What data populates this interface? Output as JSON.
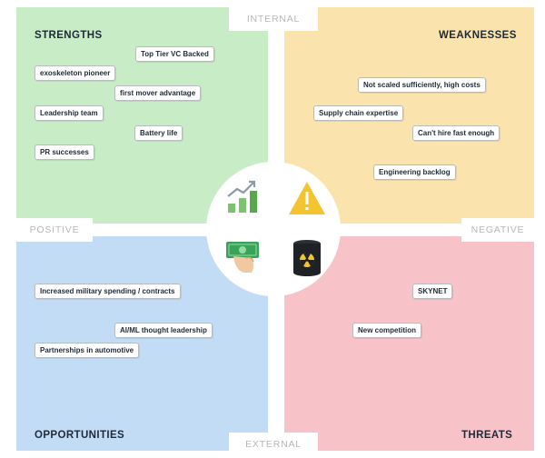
{
  "axes": {
    "internal": "INTERNAL",
    "external": "EXTERNAL",
    "positive": "POSITIVE",
    "negative": "NEGATIVE"
  },
  "strengths": {
    "title": "STRENGTHS",
    "items": [
      "Top Tier VC Backed",
      "exoskeleton pioneer",
      "first mover advantage",
      "Leadership team",
      "Battery life",
      "PR successes"
    ]
  },
  "weaknesses": {
    "title": "WEAKNESSES",
    "items": [
      "Not scaled sufficiently, high costs",
      "Supply chain expertise",
      "Can't hire fast enough",
      "Engineering backlog"
    ]
  },
  "opportunities": {
    "title": "OPPORTUNITIES",
    "items": [
      "Increased military spending / contracts",
      "AI/ML thought leadership",
      "Partnerships in automotive"
    ]
  },
  "threats": {
    "title": "THREATS",
    "items": [
      "SKYNET",
      "New competition"
    ]
  },
  "icons": {
    "strengths": "growth-chart-icon",
    "weaknesses": "warning-triangle-icon",
    "opportunities": "money-hand-icon",
    "threats": "hazard-barrel-icon"
  },
  "colors": {
    "strengths": "#c8ecc5",
    "weaknesses": "#fbe3ae",
    "opportunities": "#c2dcf6",
    "threats": "#f7c3c9"
  }
}
